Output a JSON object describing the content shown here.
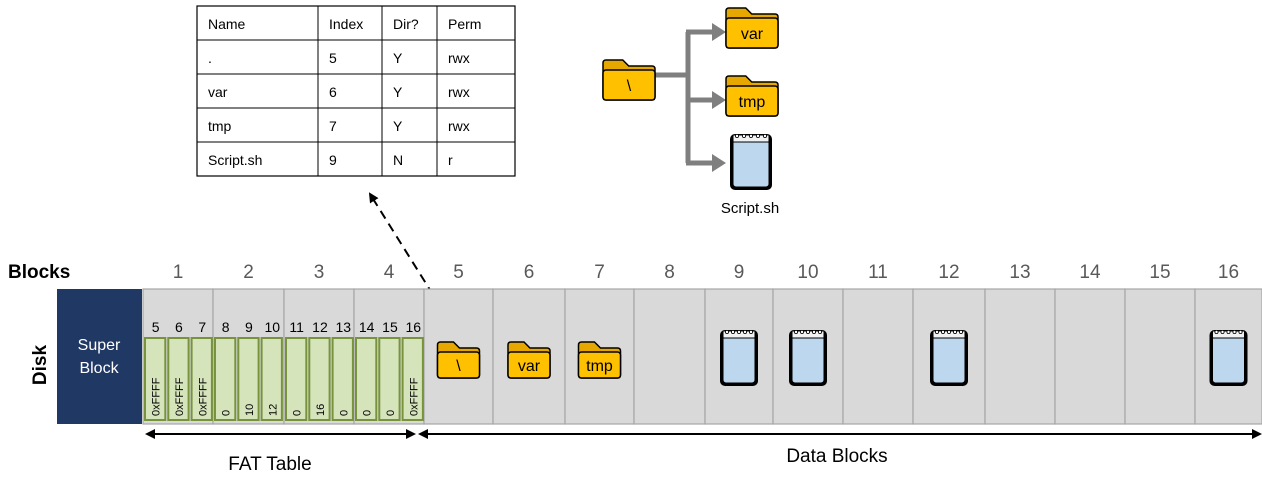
{
  "dir_table": {
    "headers": [
      "Name",
      "Index",
      "Dir?",
      "Perm"
    ],
    "rows": [
      [
        ".",
        "5",
        "Y",
        "rwx"
      ],
      [
        "var",
        "6",
        "Y",
        "rwx"
      ],
      [
        "tmp",
        "7",
        "Y",
        "rwx"
      ],
      [
        "Script.sh",
        "9",
        "N",
        "r"
      ]
    ]
  },
  "tree": {
    "root_label": "\\",
    "children": [
      {
        "label": "var",
        "kind": "folder"
      },
      {
        "label": "tmp",
        "kind": "folder"
      },
      {
        "label": "Script.sh",
        "kind": "file"
      }
    ]
  },
  "disk": {
    "row_label": "Disk",
    "blocks_label": "Blocks",
    "superblock_lines": [
      "Super",
      "Block"
    ],
    "block_numbers": [
      "1",
      "2",
      "3",
      "4",
      "5",
      "6",
      "7",
      "8",
      "9",
      "10",
      "11",
      "12",
      "13",
      "14",
      "15",
      "16"
    ],
    "fat_entries": [
      {
        "index": "5",
        "value": "0xFFFF"
      },
      {
        "index": "6",
        "value": "0xFFFF"
      },
      {
        "index": "7",
        "value": "0xFFFF"
      },
      {
        "index": "8",
        "value": "0"
      },
      {
        "index": "9",
        "value": "10"
      },
      {
        "index": "10",
        "value": "12"
      },
      {
        "index": "11",
        "value": "0"
      },
      {
        "index": "12",
        "value": "16"
      },
      {
        "index": "13",
        "value": "0"
      },
      {
        "index": "14",
        "value": "0"
      },
      {
        "index": "15",
        "value": "0"
      },
      {
        "index": "16",
        "value": "0xFFFF"
      }
    ],
    "data_contents": {
      "5": {
        "kind": "folder",
        "label": "\\"
      },
      "6": {
        "kind": "folder",
        "label": "var"
      },
      "7": {
        "kind": "folder",
        "label": "tmp"
      },
      "9": {
        "kind": "file"
      },
      "10": {
        "kind": "file"
      },
      "12": {
        "kind": "file"
      },
      "16": {
        "kind": "file"
      }
    }
  },
  "labels": {
    "fat_table": "FAT Table",
    "data_blocks": "Data Blocks"
  },
  "colors": {
    "superblock": "#1f3864",
    "block_fill": "#d9d9d9",
    "block_stroke": "#a6a6a6",
    "fat_fill": "#d6e4bc",
    "fat_stroke": "#77933c",
    "folder_fill": "#ffc000",
    "file_fill": "#bdd7ee",
    "arrow": "#7f7f7f",
    "block_number": "#595959"
  }
}
